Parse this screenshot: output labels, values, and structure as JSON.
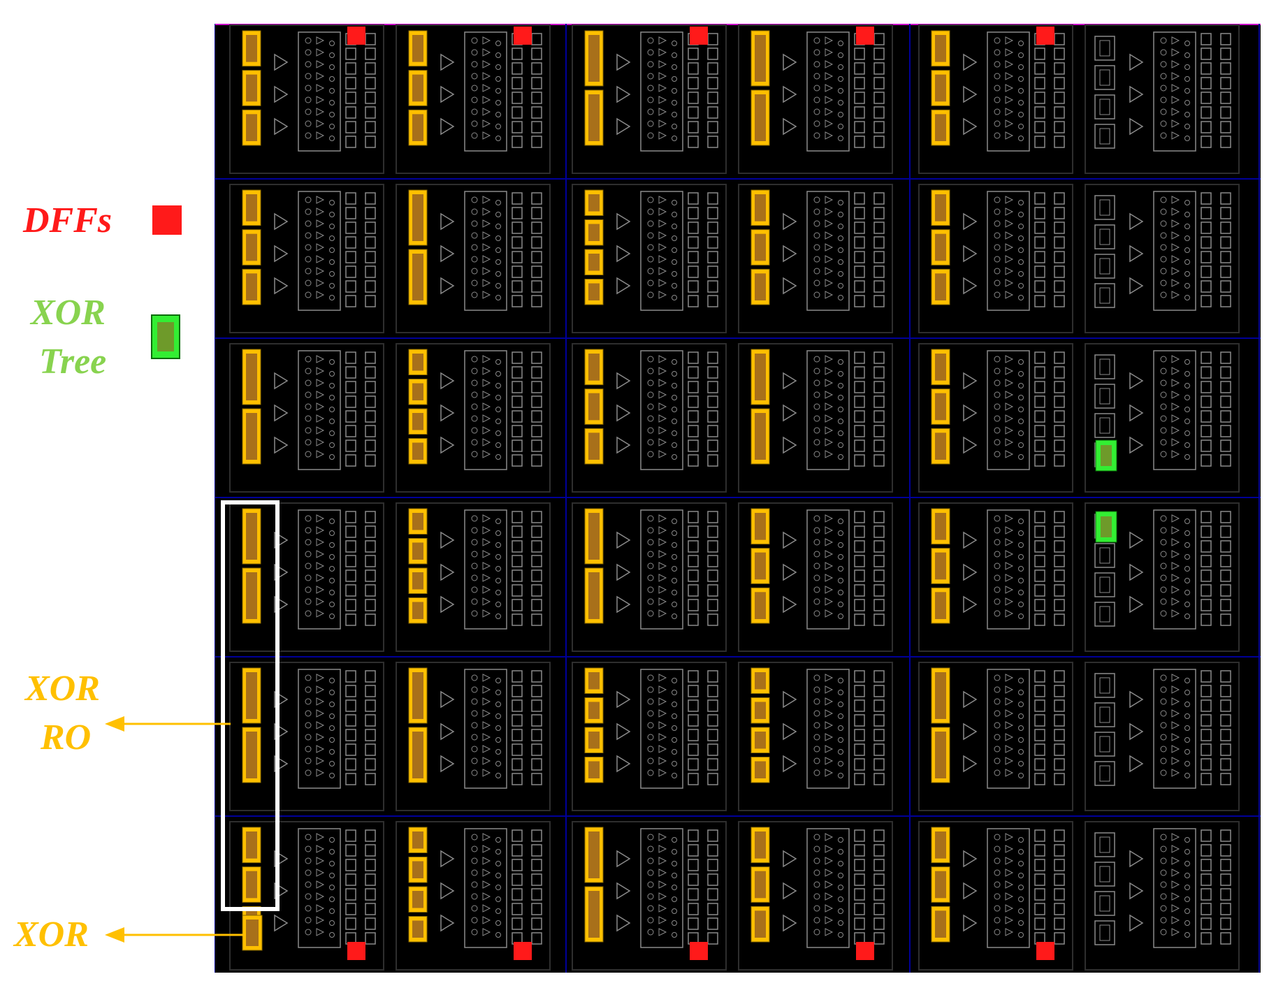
{
  "legend": {
    "dffs": {
      "label": "DFFs",
      "color": "#ff1a1a"
    },
    "xor_tree": {
      "label_line1": "XOR",
      "label_line2": "Tree",
      "color": "#33ee33"
    },
    "xor_ro": {
      "label_line1": "XOR",
      "label_line2": "RO",
      "color": "#ffc000"
    },
    "xor": {
      "label": "XOR",
      "color": "#ffc000"
    }
  },
  "colors": {
    "die_background": "#000000",
    "tile_border": "#2e2e2e",
    "grid_line": "#000099",
    "cell_outline": "#8a8a8a",
    "xor_cell": "#ffc000",
    "xor_cell_inner": "#a8701a",
    "highlight_box": "#ffffff",
    "top_edge": "#cc00cc"
  },
  "layout_grid": {
    "rows": 6,
    "cols": 6,
    "dff_tiles": [
      "0-0",
      "0-1",
      "0-2",
      "0-3",
      "0-4",
      "5-0",
      "5-1",
      "5-2",
      "5-3",
      "5-4"
    ],
    "xor_tree_tiles": [
      "2-5",
      "3-5"
    ],
    "highlighted_column": 0
  }
}
